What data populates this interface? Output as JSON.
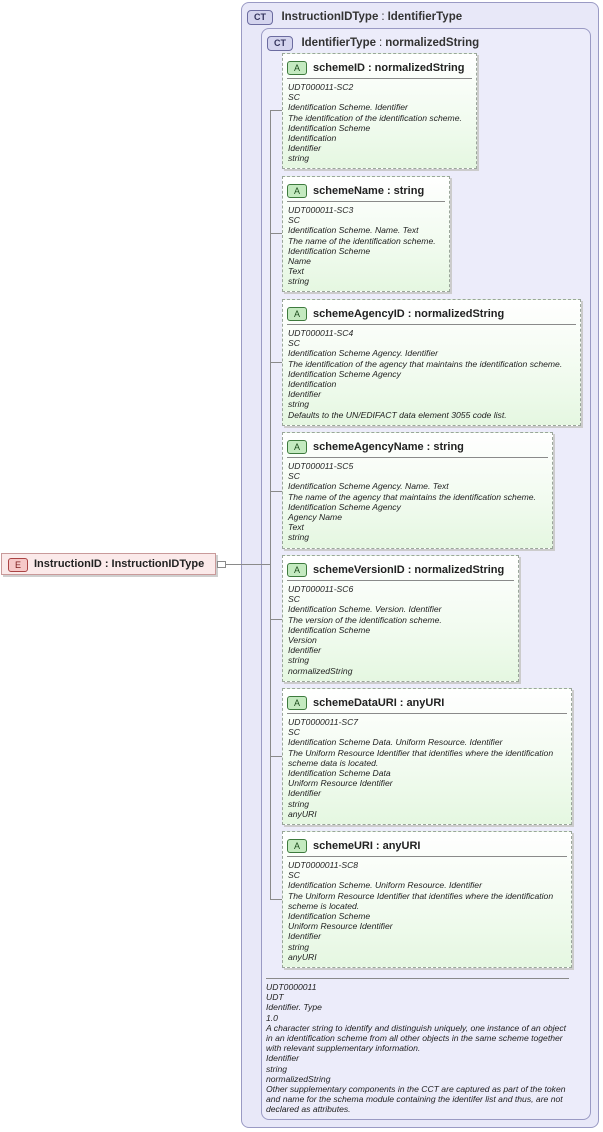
{
  "element": {
    "badge": "E",
    "name": "InstructionID",
    "separator": ":",
    "type": "InstructionIDType"
  },
  "outer_type": {
    "badge": "CT",
    "name": "InstructionIDType",
    "separator": ":",
    "base": "IdentifierType"
  },
  "inner_type": {
    "badge": "CT",
    "name": "IdentifierType",
    "separator": ":",
    "base": "normalizedString"
  },
  "attributes": [
    {
      "badge": "A",
      "name": "schemeID",
      "separator": ":",
      "type": "normalizedString",
      "doc": [
        "UDT000011-SC2",
        "SC",
        "Identification Scheme. Identifier",
        "The identification of the identification scheme.",
        "Identification Scheme",
        "Identification",
        "Identifier",
        "string"
      ]
    },
    {
      "badge": "A",
      "name": "schemeName",
      "separator": ":",
      "type": "string",
      "doc": [
        "UDT000011-SC3",
        "SC",
        "Identification Scheme. Name. Text",
        "The name of the identification scheme.",
        "Identification Scheme",
        "Name",
        "Text",
        "string"
      ]
    },
    {
      "badge": "A",
      "name": "schemeAgencyID",
      "separator": ":",
      "type": "normalizedString",
      "doc": [
        "UDT000011-SC4",
        "SC",
        "Identification Scheme Agency. Identifier",
        "The identification of the agency that maintains the identification scheme.",
        "Identification Scheme Agency",
        "Identification",
        "Identifier",
        "string",
        "Defaults to the UN/EDIFACT data element 3055 code list."
      ]
    },
    {
      "badge": "A",
      "name": "schemeAgencyName",
      "separator": ":",
      "type": "string",
      "doc": [
        "UDT000011-SC5",
        "SC",
        "Identification Scheme Agency. Name. Text",
        "The name of the agency that maintains the identification scheme.",
        "Identification Scheme Agency",
        "Agency Name",
        "Text",
        "string"
      ]
    },
    {
      "badge": "A",
      "name": "schemeVersionID",
      "separator": ":",
      "type": "normalizedString",
      "doc": [
        "UDT000011-SC6",
        "SC",
        "Identification Scheme. Version. Identifier",
        "The version of the identification scheme.",
        "Identification Scheme",
        "Version",
        "Identifier",
        "string",
        "normalizedString"
      ]
    },
    {
      "badge": "A",
      "name": "schemeDataURI",
      "separator": ":",
      "type": "anyURI",
      "doc": [
        "UDT0000011-SC7",
        "SC",
        "Identification Scheme Data. Uniform Resource. Identifier",
        "The Uniform Resource Identifier that identifies where the identification scheme data is located.",
        "Identification Scheme Data",
        "Uniform Resource Identifier",
        "Identifier",
        "string",
        "anyURI"
      ]
    },
    {
      "badge": "A",
      "name": "schemeURI",
      "separator": ":",
      "type": "anyURI",
      "doc": [
        "UDT0000011-SC8",
        "SC",
        "Identification Scheme. Uniform Resource. Identifier",
        "The Uniform Resource Identifier that identifies where the identification scheme is located.",
        "Identification Scheme",
        "Uniform Resource Identifier",
        "Identifier",
        "string",
        "anyURI"
      ]
    }
  ],
  "type_doc": [
    "UDT0000011",
    "UDT",
    "Identifier. Type",
    "1.0",
    "A character string to identify and distinguish uniquely, one instance of an object in an identification scheme from all other objects in the same scheme together with relevant supplementary information.",
    "Identifier",
    "string",
    "normalizedString",
    "Other supplementary components in the CCT are captured as part of the token and name for the schema module containing the identifer list and thus, are not declared as attributes."
  ]
}
